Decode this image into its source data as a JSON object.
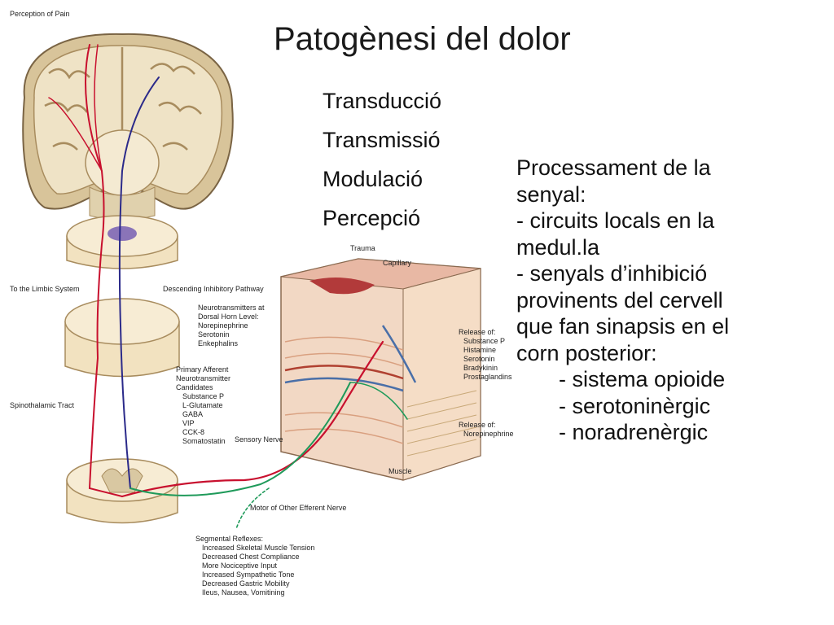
{
  "slide": {
    "title": "Patogènesi del dolor",
    "steps": [
      "Transducció",
      "Transmissió",
      "Modulació",
      "Percepció"
    ],
    "processing": {
      "lines": [
        "Processament de la",
        "senyal:",
        "- circuits locals en la",
        "medul.la",
        "- senyals d’inhibició",
        "provinents del cervell",
        "que fan sinapsis en el",
        "corn posterior:"
      ],
      "sub_items": [
        "- sistema opioide",
        "- serotoninèrgic",
        "- noradrenèrgic"
      ]
    }
  },
  "figure": {
    "caption": "Perception of Pain",
    "labels": {
      "limbic": "To the Limbic System",
      "descending": "Descending Inhibitory Pathway",
      "neuro_header": [
        "Neurotransmitters at",
        "Dorsal Horn Level:"
      ],
      "neuro_items": [
        "Norepinephrine",
        "Serotonin",
        "Enkephalins"
      ],
      "spinothalamic": "Spinothalamic Tract",
      "primary_afferent": [
        "Primary Afferent",
        "Neurotransmitter",
        "Candidates"
      ],
      "primary_items": [
        "Substance P",
        "L-Glutamate",
        "GABA",
        "VIP",
        "CCK-8",
        "Somatostatin"
      ],
      "sensory_nerve": "Sensory Nerve",
      "trauma": "Trauma",
      "capillary": "Capillary",
      "release_header": "Release of:",
      "release_items": [
        "Substance P",
        "Histamine",
        "Serotonin",
        "Bradykinin",
        "Prostaglandins"
      ],
      "release2_header": "Release of:",
      "release2_item": "Norepinephrine",
      "muscle": "Muscle",
      "motor": "Motor of Other Efferent Nerve",
      "reflex_header": "Segmental Reflexes:",
      "reflex_items": [
        "Increased Skeletal Muscle Tension",
        "Decreased Chest Compliance",
        "More Nociceptive Input",
        "Increased Sympathetic Tone",
        "Decreased Gastric Mobility",
        "Ileus, Nausea, Vomitining"
      ]
    }
  },
  "colors": {
    "afferent": "#c8102e",
    "descending": "#2b2a8a",
    "efferent": "#1f9a5a",
    "brain": "#d8c49a",
    "cord": "#f2e2c0"
  }
}
